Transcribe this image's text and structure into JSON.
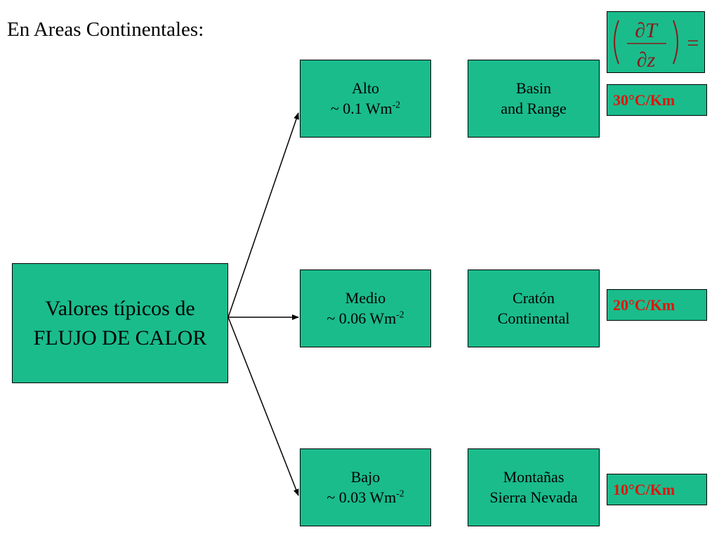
{
  "title": "En Areas Continentales:",
  "main_node": {
    "line1": "Valores típicos de",
    "line2": "FLUJO DE CALOR"
  },
  "flux_levels": [
    {
      "label": "Alto",
      "value": "~ 0.1 Wm",
      "exponent": "-2"
    },
    {
      "label": "Medio",
      "value": "~ 0.06 Wm",
      "exponent": "-2"
    },
    {
      "label": "Bajo",
      "value": "~ 0.03 Wm",
      "exponent": "-2"
    }
  ],
  "regions": [
    {
      "line1": "Basin",
      "line2": "and Range"
    },
    {
      "line1": "Cratón",
      "line2": "Continental"
    },
    {
      "line1": "Montañas",
      "line2": "Sierra Nevada"
    }
  ],
  "gradients": [
    "30°C/Km",
    "20°C/Km",
    "10°C/Km"
  ],
  "formula": {
    "numerator": "∂T",
    "denominator": "∂z",
    "equals": "="
  },
  "colors": {
    "box_fill": "#1abc8c",
    "gradient_text": "#e0140c",
    "formula_text": "#8b1a1a"
  }
}
